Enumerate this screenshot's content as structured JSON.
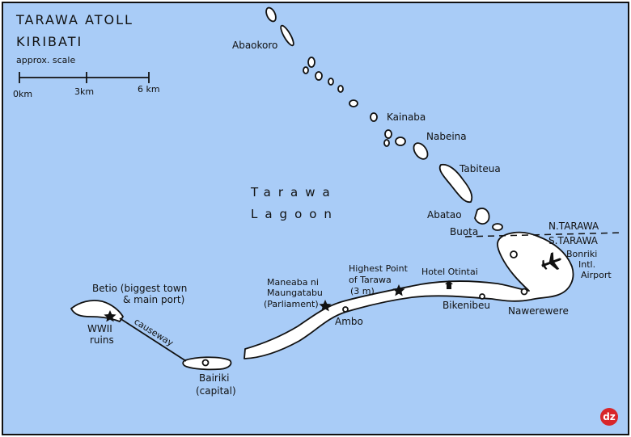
{
  "map": {
    "title_line1": "TARAWA ATOLL",
    "title_line2": "KIRIBATI",
    "scale_caption": "approx. scale",
    "scale_ticks": [
      "0km",
      "3km",
      "6 km"
    ],
    "lagoon_line1": "Tarawa",
    "lagoon_line2": "Lagoon",
    "places": {
      "abaokoro": "Abaokoro",
      "kainaba": "Kainaba",
      "nabeina": "Nabeina",
      "tabiteua": "Tabiteua",
      "abatao": "Abatao",
      "buota": "Buota",
      "n_tarawa": "N.TARAWA",
      "s_tarawa": "S.TARAWA",
      "bonriki_1": "Bonriki",
      "bonriki_2": "Intl.",
      "bonriki_3": "Airport",
      "betio_1": "Betio (biggest town",
      "betio_2": "& main port)",
      "ww2_1": "WWII",
      "ww2_2": "ruins",
      "causeway": "causeway",
      "bairiki_1": "Bairiki",
      "bairiki_2": "(capital)",
      "maneaba_1": "Maneaba ni",
      "maneaba_2": "Maungatabu",
      "maneaba_3": "(Parliament)",
      "ambo": "Ambo",
      "highest_1": "Highest Point",
      "highest_2": "of Tarawa",
      "highest_3": "(3 m)",
      "hotel": "Hotel Otintai",
      "bikenibeu": "Bikenibeu",
      "nawerewere": "Nawerewere"
    },
    "logo": "dz",
    "colors": {
      "sea": "#a9ccf7",
      "land": "#ffffff",
      "ink": "#111111",
      "logo": "#d8262a"
    },
    "icons": [
      "airplane-icon",
      "star-icon",
      "hotel-icon",
      "village-dot-icon"
    ]
  }
}
